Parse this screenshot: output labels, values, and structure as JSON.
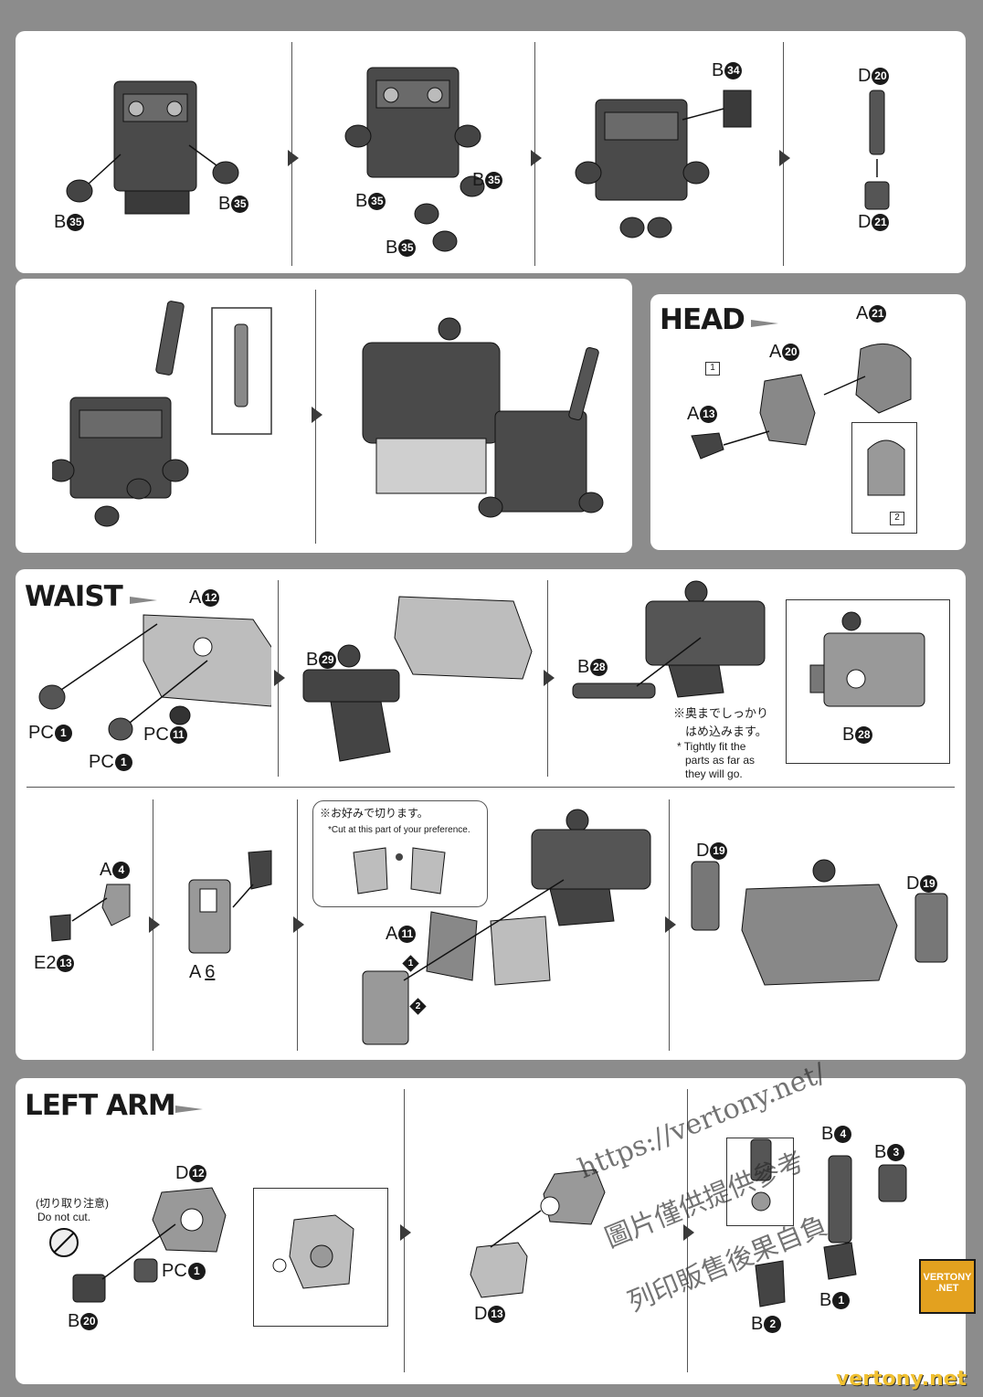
{
  "sections": {
    "head": "HEAD",
    "waist": "WAIST",
    "left_arm": "LEFT ARM"
  },
  "panel1": {
    "p1": [
      "B",
      "35",
      "B",
      "35"
    ],
    "p2": [
      "B",
      "35",
      "B",
      "35",
      "B",
      "35"
    ],
    "p3": [
      "B",
      "34"
    ],
    "p4": [
      "D",
      "20",
      "D",
      "21"
    ]
  },
  "head": {
    "labels": [
      "A",
      "21",
      "A",
      "20",
      "A",
      "13"
    ],
    "step1": "1",
    "step2": "2"
  },
  "waist": {
    "r1p1": [
      "A",
      "12",
      "PC",
      "1",
      "PC",
      "11",
      "PC",
      "1"
    ],
    "r1p2": [
      "B",
      "29"
    ],
    "r1p3": [
      "B",
      "28"
    ],
    "r1p4": [
      "B",
      "28"
    ],
    "fit_note_jp1": "※奥までしっかり",
    "fit_note_jp2": "はめ込みます。",
    "fit_note_en": [
      "* Tightly fit the",
      "parts as far as",
      "they will go."
    ],
    "r2p1": [
      "A",
      "4",
      "E2",
      "13"
    ],
    "r2p2": [
      "A",
      "6"
    ],
    "cut_note_jp": "※お好みで切ります。",
    "cut_note_en": "*Cut at this part of your preference.",
    "r2p3": [
      "A",
      "11"
    ],
    "order1": "1",
    "order2": "2",
    "r2p4": [
      "D",
      "19",
      "D",
      "19"
    ]
  },
  "left_arm": {
    "warn_jp": "(切り取り注意)",
    "warn_en": "Do not cut.",
    "p1": [
      "D",
      "12",
      "PC",
      "1",
      "B",
      "20"
    ],
    "p2": [
      "D",
      "13"
    ],
    "p3": [
      "B",
      "4",
      "B",
      "3",
      "B",
      "2",
      "B",
      "1"
    ]
  },
  "watermark": {
    "line1": "https://vertony.net/",
    "line2": "圖片僅供提供參考",
    "line3": "列印販售後果自負",
    "logo_l1": "VERTONY",
    "logo_l2": ".NET",
    "site": "vertony.net"
  },
  "colors": {
    "frame": "#8c8c8c",
    "part_dark": "#4a4a4a",
    "part_light": "#bdbdbd",
    "accent": "#e3a11f"
  }
}
